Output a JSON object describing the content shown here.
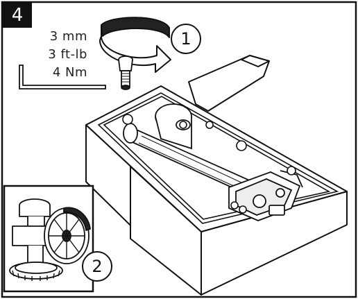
{
  "step": {
    "number": "4"
  },
  "specs": {
    "hex_size": "3 mm",
    "torque_ftlb": "3 ft-lb",
    "torque_nm": "4 Nm"
  },
  "callouts": [
    {
      "label": "1"
    },
    {
      "label": "2"
    }
  ],
  "icons": {
    "hex_key": "hex-key-icon",
    "rotation_arrow": "rotation-arrow-icon",
    "screw": "screw-icon"
  },
  "colors": {
    "line": "#111111",
    "badge_bg": "#111111",
    "badge_text": "#ffffff",
    "paper": "#ffffff"
  }
}
